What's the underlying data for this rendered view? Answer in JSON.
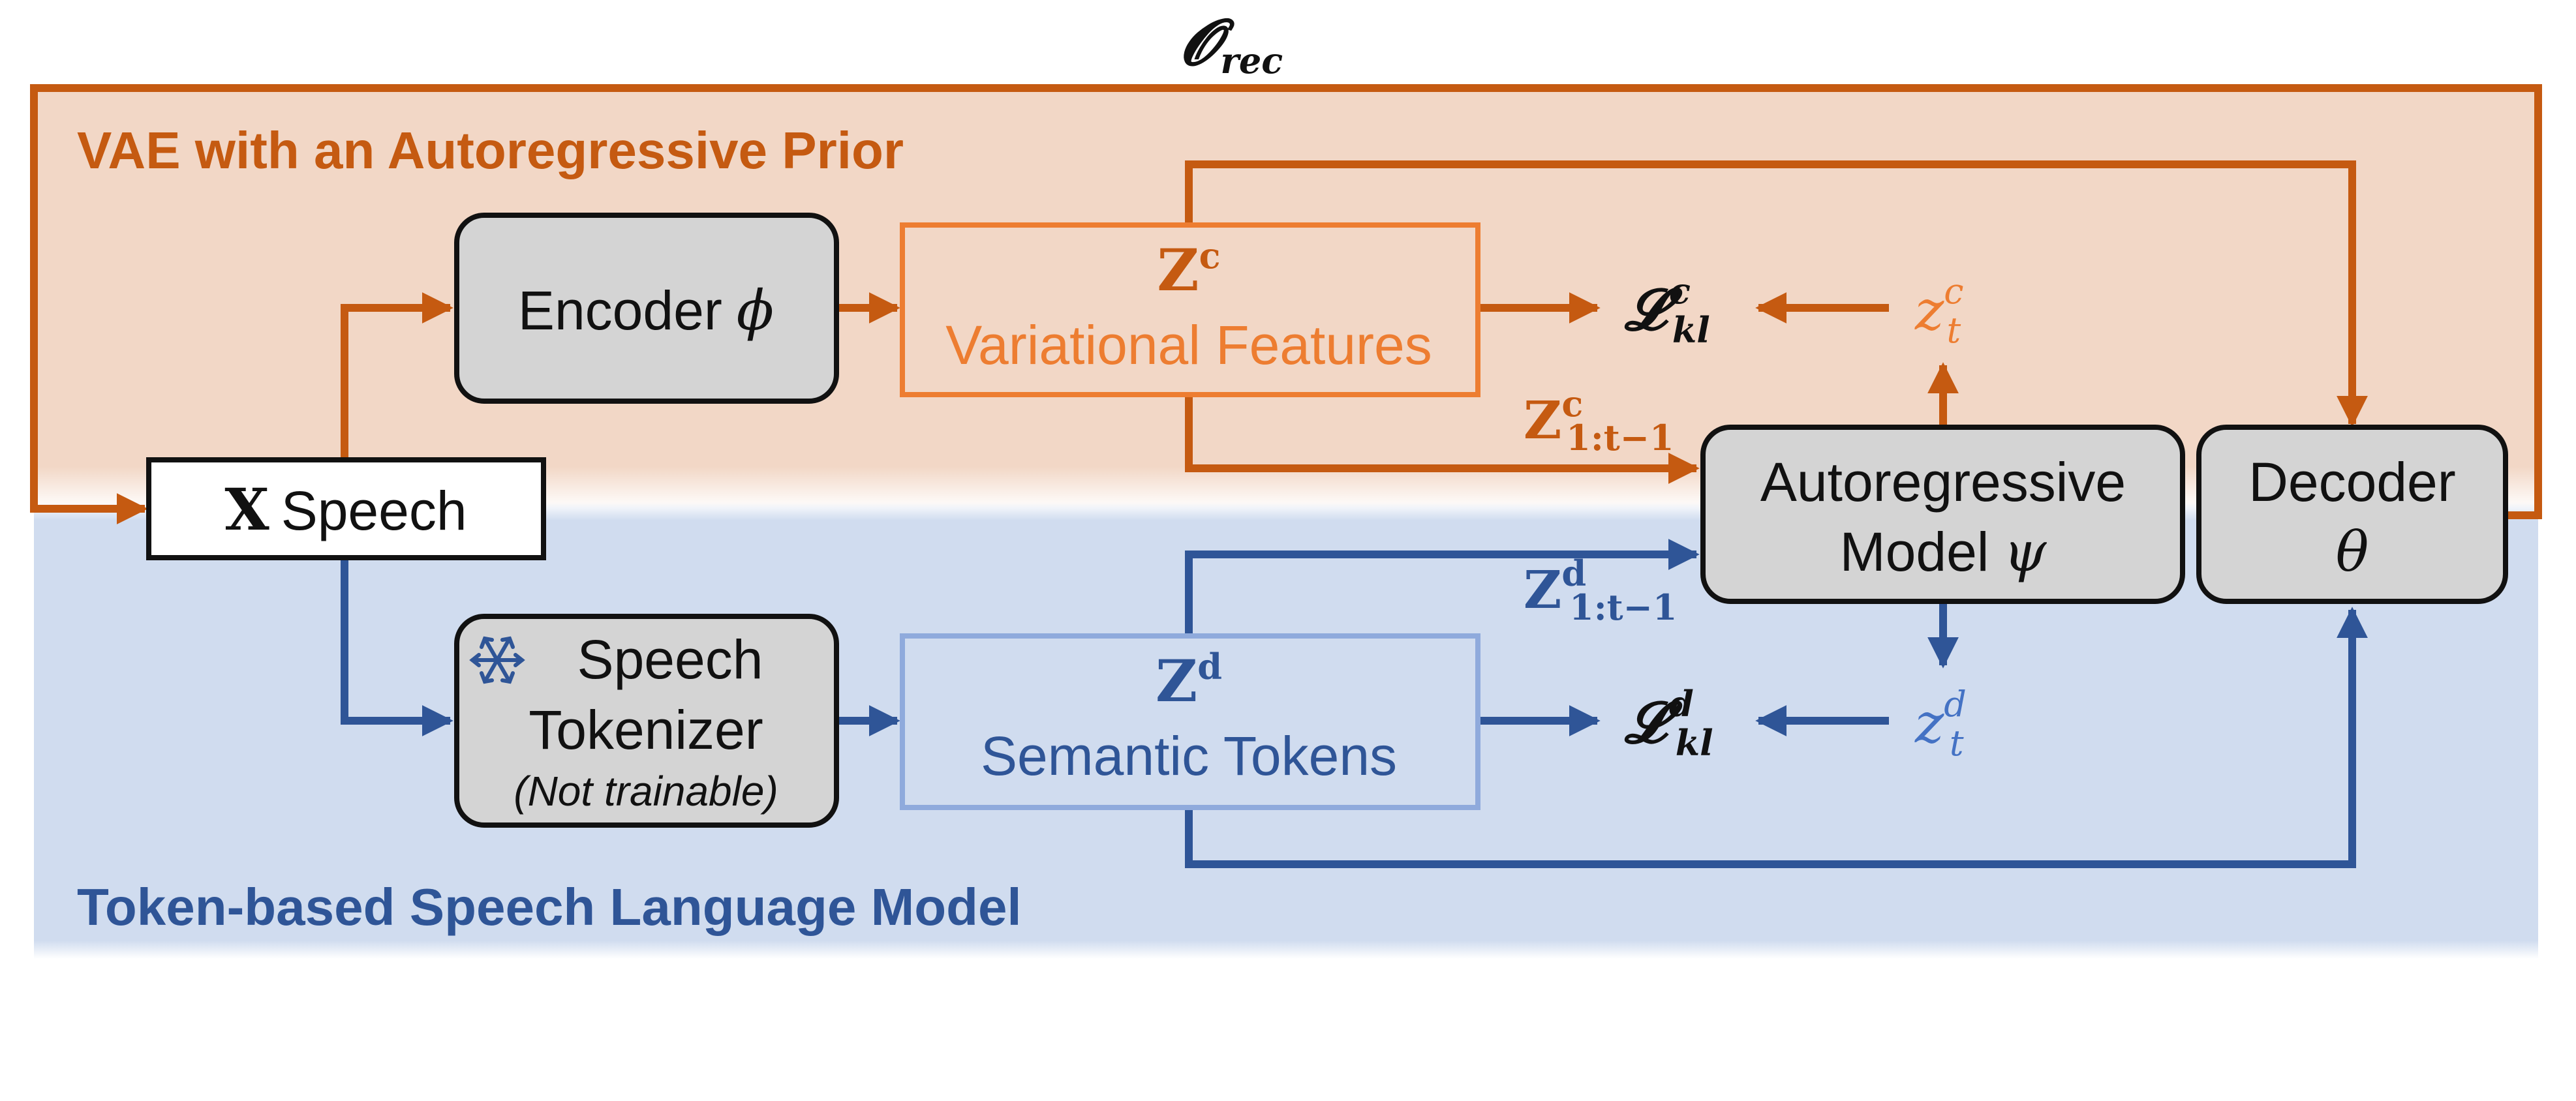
{
  "colors": {
    "orange": "#c55a11",
    "orange_light": "#ed7d31",
    "orange_bg": "#f2d7c6",
    "blue": "#2f5597",
    "blue_mid": "#4472c4",
    "blue_light": "#8faadc",
    "blue_bg": "#d0dcef",
    "box_gray": "#d4d4d4"
  },
  "diagram": {
    "top_loss": {
      "symbol": "𝓞",
      "sub": "rec"
    },
    "vae_section_title": "VAE with an Autoregressive Prior",
    "slm_section_title": "Token-based Speech Language Model",
    "speech_input": {
      "symbol": "X",
      "label": "Speech"
    },
    "encoder": {
      "label": "Encoder",
      "symbol": "ϕ"
    },
    "tokenizer": {
      "line1": "Speech",
      "line2": "Tokenizer",
      "note": "(Not trainable)",
      "icon": "snowflake-icon"
    },
    "variational_features": {
      "symbol": "Z",
      "sup": "c",
      "label": "Variational Features"
    },
    "semantic_tokens": {
      "symbol": "Z",
      "sup": "d",
      "label": "Semantic Tokens"
    },
    "ar_model": {
      "line1": "Autoregressive",
      "line2": "Model",
      "symbol": "ψ"
    },
    "decoder": {
      "line1": "Decoder",
      "symbol": "θ"
    },
    "kl_c": {
      "symbol": "𝓛",
      "sup": "c",
      "sub": "kl"
    },
    "kl_d": {
      "symbol": "𝓛",
      "sup": "d",
      "sub": "kl"
    },
    "zt_c": {
      "symbol": "z",
      "sup": "c",
      "sub": "t"
    },
    "zt_d": {
      "symbol": "z",
      "sup": "d",
      "sub": "t"
    },
    "z_prefix_c": {
      "symbol": "Z",
      "sup": "c",
      "sub": "1:t−1"
    },
    "z_prefix_d": {
      "symbol": "Z",
      "sup": "d",
      "sub": "1:t−1"
    }
  }
}
